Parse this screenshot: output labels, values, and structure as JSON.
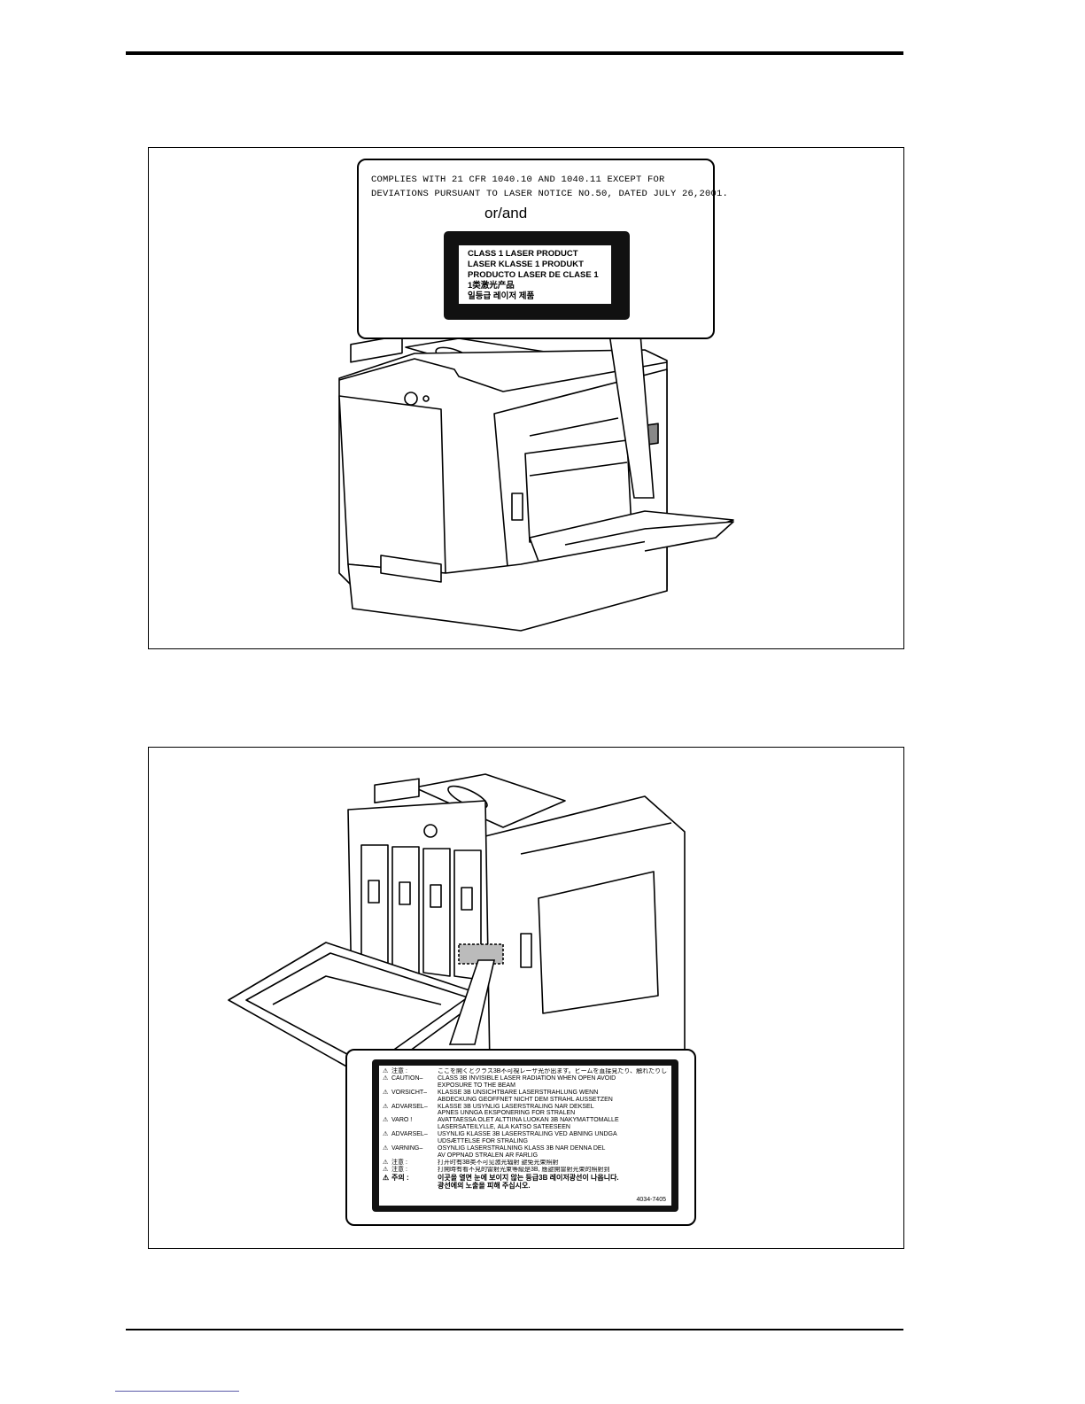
{
  "figure1": {
    "compliance_lines": [
      "COMPLIES WITH 21 CFR 1040.10 AND 1040.11 EXCEPT FOR",
      "DEVIATIONS PURSUANT TO LASER NOTICE NO.50, DATED JULY 26,2001."
    ],
    "or_and": "or/and",
    "class1_lines": [
      "CLASS 1 LASER PRODUCT",
      "LASER KLASSE 1 PRODUKT",
      "PRODUCTO LASER DE CLASE 1",
      "1类激光产品",
      "일등급 레이저 제품"
    ]
  },
  "figure2": {
    "warning_rows": [
      {
        "key": "注意 :",
        "text": "ここを開くとクラス3B不可視レーザ光が出ます。ビームを直接見たり、触れたりしないでください。"
      },
      {
        "key": "CAUTION–",
        "text": "CLASS 3B INVISIBLE LASER RADIATION WHEN OPEN AVOID"
      },
      {
        "key": "",
        "text": "EXPOSURE TO THE BEAM"
      },
      {
        "key": "VORSICHT–",
        "text": "KLASSE 3B UNSICHTBARE LASERSTRAHLUNG WENN"
      },
      {
        "key": "",
        "text": "ABDECKUNG GEÖFFNET NICHT DEM STRAHL AUSSETZEN"
      },
      {
        "key": "ADVARSEL–",
        "text": "KLASSE 3B USYNLIG LASERSTRÅLING NÅR DEKSEL"
      },
      {
        "key": "",
        "text": "ÅPNES UNNGÅ EKSPONERING FOR STRÅLEN"
      },
      {
        "key": "VARO !",
        "text": "AVATTAESSA OLET ALTTIINA LUOKAN 3B NÄKYMÄTTÖMÄLLE"
      },
      {
        "key": "",
        "text": "LASERSÄTEILYLLE, ÄLÄ KATSO SÄTEESEEN"
      },
      {
        "key": "ADVARSEL–",
        "text": "USYNLIG KLASSE 3B LASERSTRÅLING VED ÅBNING UNDGÅ"
      },
      {
        "key": "",
        "text": "UDSÆTTELSE FOR STRÅLING"
      },
      {
        "key": "VARNING–",
        "text": "OSYNLIG LASERSTRÅLNING KLASS 3B NÄR DENNA DEL"
      },
      {
        "key": "",
        "text": "AV ÖPPNAD STRÅLEN ÄR FARLIG"
      },
      {
        "key": "注意 :",
        "text": "打开时有3B类不可见激光辐射  避免光束照射"
      },
      {
        "key": "注意 :",
        "text": "打開時有看不見的雷射光束等級是3B, 應避開雷射光束的照射到"
      },
      {
        "key": "주의 :",
        "text": "이곳을 열면 눈에 보이지 않는 등급3B 레이저광선이 나옵니다."
      },
      {
        "key": "",
        "text": "광선에의 노출을 피해 주십시오."
      }
    ],
    "code": "4034-7405"
  }
}
